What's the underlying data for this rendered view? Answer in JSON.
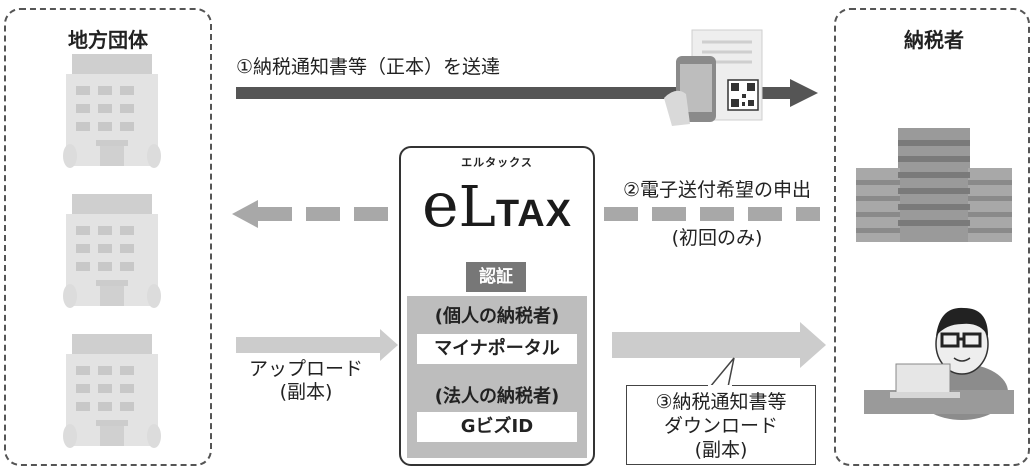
{
  "left_panel": {
    "title": "地方団体"
  },
  "right_panel": {
    "title": "納税者"
  },
  "arrow1": {
    "label": "①納税通知書等（正本）を送達"
  },
  "eltax": {
    "ruby": "エルタックス",
    "logo_e": "e",
    "logo_l": "L",
    "logo_tax": "TAX"
  },
  "auth_label": "認証",
  "individual": {
    "heading": "(個人の納税者)",
    "method": "マイナポータル"
  },
  "corporate": {
    "heading": "(法人の納税者)",
    "method": "GビズID"
  },
  "arrow2": {
    "line1": "②電子送付希望の申出",
    "line2": "(初回のみ)"
  },
  "upload": {
    "line1": "アップロード",
    "line2": "(副本)"
  },
  "download": {
    "line1": "③納税通知書等",
    "line2": "ダウンロード",
    "line3": "(副本)"
  },
  "icons": [
    "government-building-icon",
    "mobile-document-qr-icon",
    "office-building-icon",
    "person-laptop-icon"
  ],
  "colors": {
    "arrow_dark": "#555555",
    "arrow_light": "#cccccc",
    "dashed_arrow": "#a8a8a8",
    "auth_bg": "#777777",
    "panel_border": "#555555"
  }
}
